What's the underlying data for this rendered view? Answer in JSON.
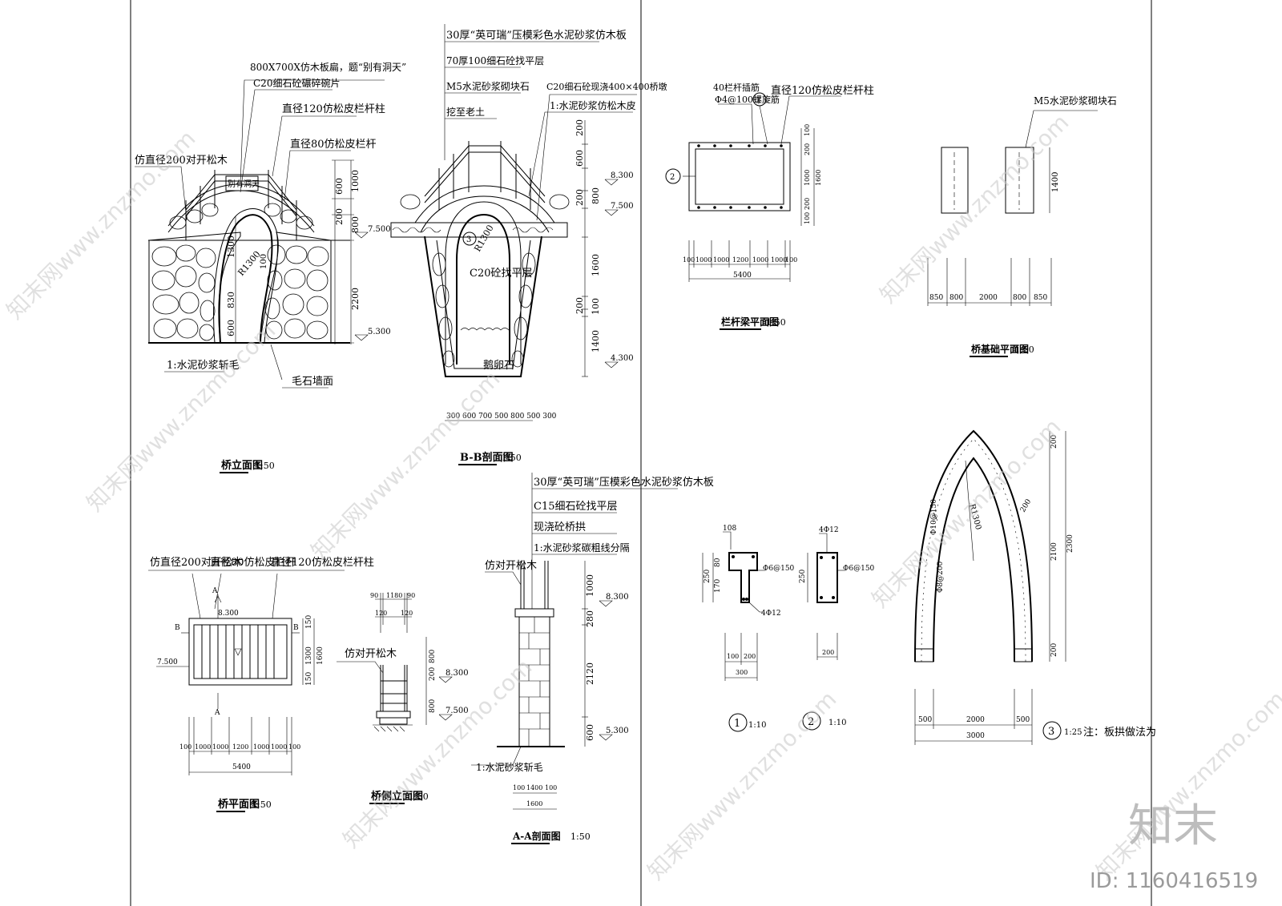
{
  "watermark": {
    "brand_text": "知末网www.znzmo.com",
    "logo_text": "知末",
    "id_text": "ID: 1160416519"
  },
  "bridge_elevation": {
    "title": "桥立面图",
    "scale": "1:50",
    "plaque_text": "别有洞天",
    "notes": [
      "800X700X仿木板扁，题“别有洞天”",
      "C20细石砼碾碎碗片",
      "直径120仿松皮栏杆柱",
      "直径80仿松皮栏杆",
      "仿直径200对开松木",
      "1:水泥砂浆斩毛",
      "毛石墙面"
    ],
    "dims": [
      "600",
      "1000",
      "200",
      "800",
      "1300",
      "830",
      "600",
      "2200"
    ],
    "radius": "R1300",
    "levels": [
      "7.500",
      "5.300"
    ],
    "small_dim": "100"
  },
  "section_bb": {
    "title": "B-B剖面图",
    "scale": "1:50",
    "notes": [
      "30厚“英可瑞”压模彩色水泥砂浆仿木板",
      "70厚100细石砼找平层",
      "M5水泥砂浆砌块石",
      "挖至老土",
      "C20细石砼现浇400×400桥墩",
      "1:水泥砂浆仿松木皮",
      "C20砼找平层",
      "鹅卵石"
    ],
    "marker": "3",
    "radius": "R1300",
    "dims_v": [
      "200",
      "600",
      "200",
      "800",
      "1600",
      "100",
      "200",
      "1400"
    ],
    "levels": [
      "8.300",
      "7.500",
      "4.300"
    ],
    "dims_h": "300 600 700 500 800 500 300"
  },
  "rail_beam_plan": {
    "title": "栏杆梁平面图",
    "scale": "1:50",
    "notes": [
      "40栏杆插筋",
      "Φ4@100螺旋筋",
      "直径120仿松皮栏杆柱"
    ],
    "markers": [
      "1",
      "2"
    ],
    "dims_h": [
      "100",
      "1000",
      "1000",
      "1200",
      "1000",
      "1000",
      "100"
    ],
    "total": "5400",
    "dims_v": [
      "100",
      "200",
      "1000",
      "1600",
      "200",
      "100"
    ]
  },
  "foundation_plan": {
    "title": "桥基础平面图",
    "scale": "1:50",
    "note": "M5水泥砂浆砌块石",
    "dim_v": "1400",
    "dims_h": [
      "850",
      "800",
      "2000",
      "800",
      "850"
    ]
  },
  "bridge_plan": {
    "title": "桥平面图",
    "scale": "1:50",
    "notes": [
      "仿直径200对开松木",
      "直径80仿松皮栏杆",
      "直径120仿松皮栏杆柱"
    ],
    "level_top": "8.300",
    "level_side": "7.500",
    "marks": [
      "A",
      "B",
      "A",
      "B"
    ],
    "dims_h": [
      "100",
      "1000",
      "1000",
      "1200",
      "1000",
      "1000",
      "100"
    ],
    "total": "5400",
    "dims_v": [
      "150",
      "1300",
      "150",
      "1600"
    ]
  },
  "side_elevation": {
    "title": "桥侧立面图",
    "scale": "1:50",
    "note": "仿对开松木",
    "dims_top": [
      "90",
      "1180",
      "90",
      "120",
      "120"
    ],
    "dims_v": [
      "800",
      "200",
      "800"
    ],
    "levels": [
      "8.300",
      "7.500"
    ]
  },
  "section_aa": {
    "title": "A-A剖面图",
    "scale": "1:50",
    "notes": [
      "30厚“英可瑞”压模彩色水泥砂浆仿木板",
      "C15细石砼找平层",
      "现浇砼桥拱",
      "1:水泥砂浆碳粗线分隔",
      "仿对开松木",
      "1:水泥砂浆斩毛"
    ],
    "dims_v": [
      "1000",
      "280",
      "2120",
      "600"
    ],
    "levels": [
      "8.300",
      "5.300"
    ],
    "dims_h": [
      "100",
      "1400",
      "100"
    ],
    "total": "1600"
  },
  "detail1": {
    "marker": "1",
    "scale": "1:10",
    "labels": [
      "108",
      "Φ6@150",
      "4Φ12"
    ],
    "dims_v": [
      "80",
      "170",
      "250"
    ],
    "dims_h": [
      "100",
      "200",
      "300"
    ]
  },
  "detail2": {
    "marker": "2",
    "scale": "1:10",
    "labels": [
      "4Φ12",
      "Φ6@150"
    ],
    "dims_v": [
      "250"
    ],
    "dims_h": [
      "200"
    ]
  },
  "detail3": {
    "marker": "3",
    "scale": "1:25",
    "note": "注：板拱做法为",
    "labels": [
      "R1300",
      "Φ10@150",
      "Φ8@200",
      "200"
    ],
    "dims_v": [
      "200",
      "2100",
      "2300",
      "200"
    ],
    "dims_h": [
      "500",
      "2000",
      "500"
    ],
    "total": "3000"
  }
}
